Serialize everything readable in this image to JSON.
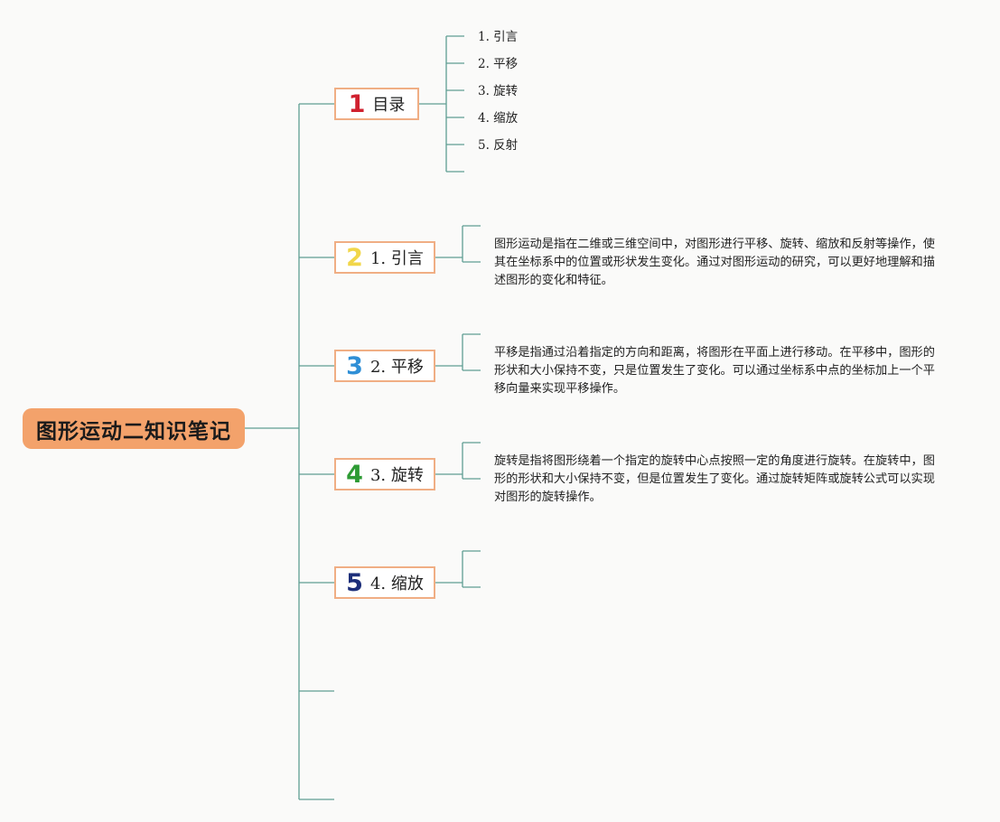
{
  "root": {
    "title": "图形运动二知识笔记"
  },
  "colors": {
    "root_fill": "#f3a26b",
    "branch_border": "#f0ae84",
    "connector": "#5f9e93",
    "num1": "#d0212f",
    "num2": "#f1d64a",
    "num3": "#2f8fd6",
    "num4": "#2e9b34",
    "num5": "#1d2f7a"
  },
  "branches": [
    {
      "number": "1",
      "label": "目录"
    },
    {
      "number": "2",
      "label": "1. 引言"
    },
    {
      "number": "3",
      "label": "2. 平移"
    },
    {
      "number": "4",
      "label": "3. 旋转"
    },
    {
      "number": "5",
      "label": "4. 缩放"
    }
  ],
  "toc": [
    "1. 引言",
    "2. 平移",
    "3. 旋转",
    "4. 缩放",
    "5. 反射"
  ],
  "details": {
    "intro": "图形运动是指在二维或三维空间中，对图形进行平移、旋转、缩放和反射等操作，使其在坐标系中的位置或形状发生变化。通过对图形运动的研究，可以更好地理解和描述图形的变化和特征。",
    "translation": "平移是指通过沿着指定的方向和距离，将图形在平面上进行移动。在平移中，图形的形状和大小保持不变，只是位置发生了变化。可以通过坐标系中点的坐标加上一个平移向量来实现平移操作。",
    "rotation": "旋转是指将图形绕着一个指定的旋转中心点按照一定的角度进行旋转。在旋转中，图形的形状和大小保持不变，但是位置发生了变化。通过旋转矩阵或旋转公式可以实现对图形的旋转操作。"
  }
}
